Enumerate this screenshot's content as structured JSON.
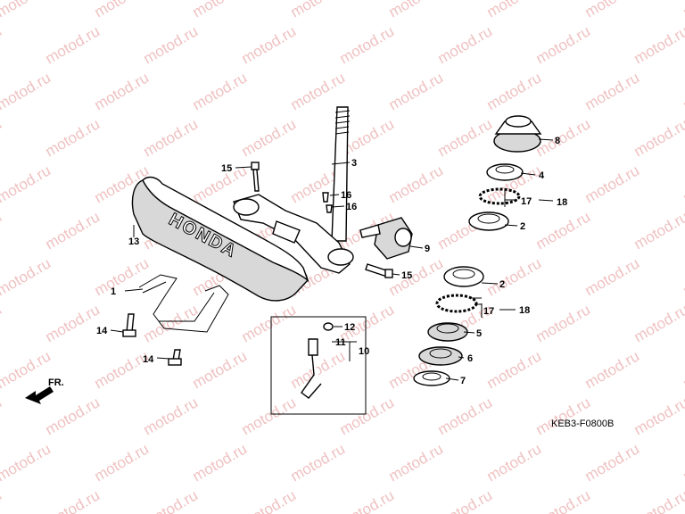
{
  "watermark_text": "motod.ru",
  "diagram_code": "KEB3-F0800B",
  "direction_label": "FR.",
  "cover_brand": "HONDA",
  "callouts": {
    "c1": "1",
    "c2a": "2",
    "c2b": "2",
    "c3": "3",
    "c4": "4",
    "c5": "5",
    "c6": "6",
    "c7": "7",
    "c8": "8",
    "c9": "9",
    "c10": "10",
    "c11": "11",
    "c12": "12",
    "c13": "13",
    "c14a": "14",
    "c14b": "14",
    "c15a": "15",
    "c15b": "15",
    "c16a": "16",
    "c16b": "16",
    "c17a": "17",
    "c17b": "17",
    "c18a": "18",
    "c18b": "18"
  },
  "colors": {
    "line": "#000000",
    "watermark": "#e9a7a7",
    "shade": "#d8d8d8"
  }
}
